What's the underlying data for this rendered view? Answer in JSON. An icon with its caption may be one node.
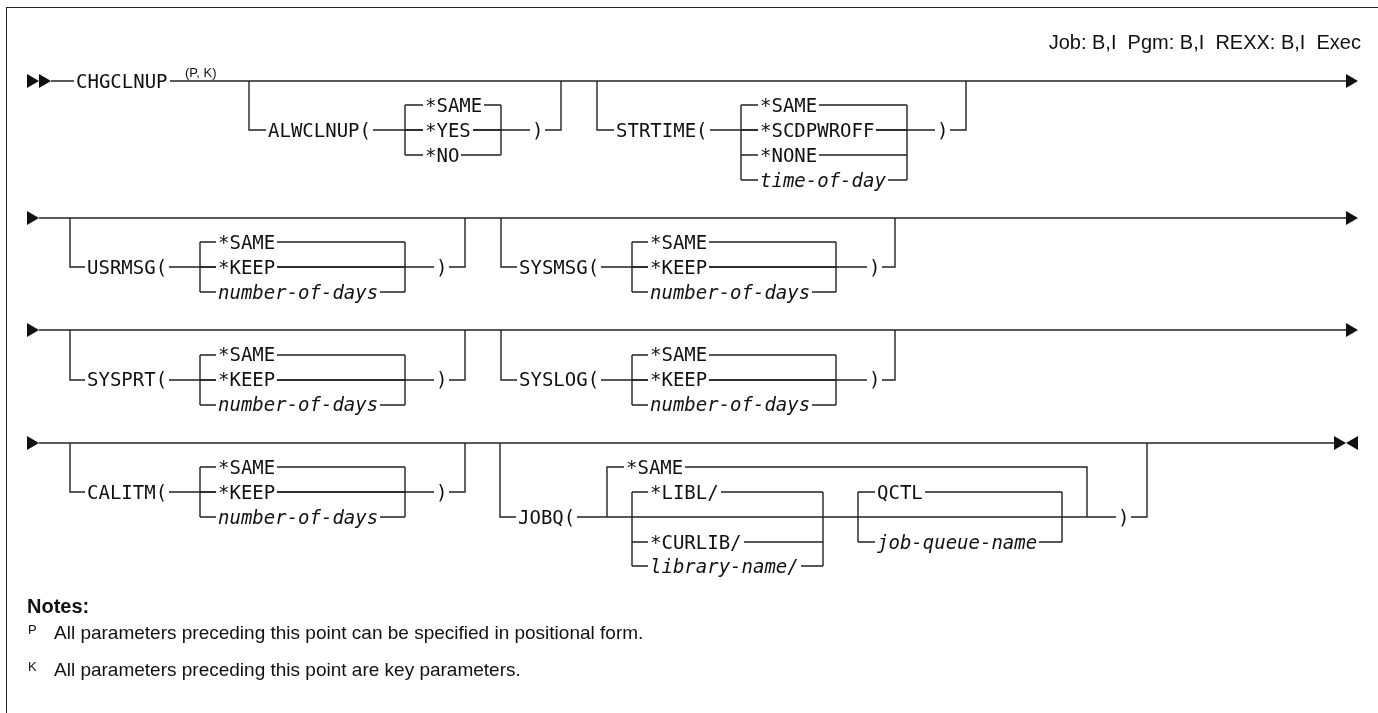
{
  "diagram": {
    "labels": [
      "Job: B,I  Pgm: B,I  REXX: B,I  Exec",
      "CHGCLNUP",
      "(P, K)",
      "ALWCLNUP(",
      "*SAME",
      "*YES",
      "*NO",
      ")",
      "STRTIME(",
      "*SAME",
      "*SCDPWROFF",
      "*NONE",
      "time-of-day",
      ")",
      "USRMSG(",
      "*SAME",
      "*KEEP",
      "number-of-days",
      ")",
      "SYSMSG(",
      "*SAME",
      "*KEEP",
      "number-of-days",
      ")",
      "SYSPRT(",
      "*SAME",
      "*KEEP",
      "number-of-days",
      ")",
      "SYSLOG(",
      "*SAME",
      "*KEEP",
      "number-of-days",
      ")",
      "CALITM(",
      "*SAME",
      "*KEEP",
      "number-of-days",
      ")",
      "JOBQ(",
      "*SAME",
      "*LIBL/",
      "*CURLIB/",
      "library-name/",
      "QCTL",
      "job-queue-name",
      ")",
      "Notes:",
      "P",
      "All parameters preceding this point can be specified in positional form.",
      "K",
      "All parameters preceding this point are key parameters."
    ]
  }
}
